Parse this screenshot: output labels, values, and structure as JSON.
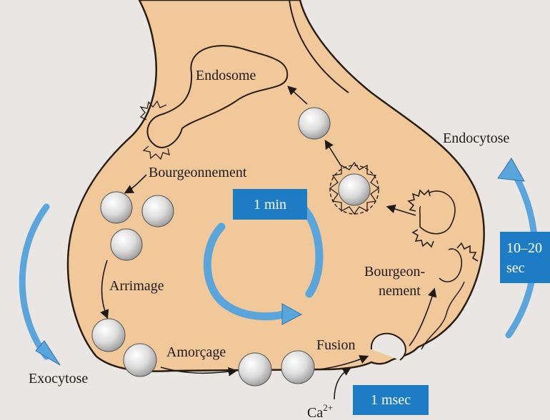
{
  "labels": {
    "endosome": "Endosome",
    "bourgeonnement_top": "Bourgeonnement",
    "arrimage": "Arrimage",
    "amorcage": "Amorçage",
    "fusion": "Fusion",
    "bourgeon_line1": "Bourgeon-",
    "bourgeon_line2": "nement",
    "endocytose": "Endocytose",
    "exocytose": "Exocytose",
    "calcium": "Ca",
    "calcium_sup": "2+"
  },
  "timing_boxes": {
    "slow_cycle": "1 min",
    "fusion_time": "1 msec",
    "endocytosis_line1": "10–20",
    "endocytosis_line2": "sec"
  },
  "colors": {
    "cytoplasm": "#f0c89a",
    "cytoplasm_outline": "#2a1d12",
    "blue_box": "#1e7cc4",
    "blue_arrow": "#5aa6dc",
    "vesicle": "#d9d9d9",
    "page_background": "#e9e6e3"
  }
}
